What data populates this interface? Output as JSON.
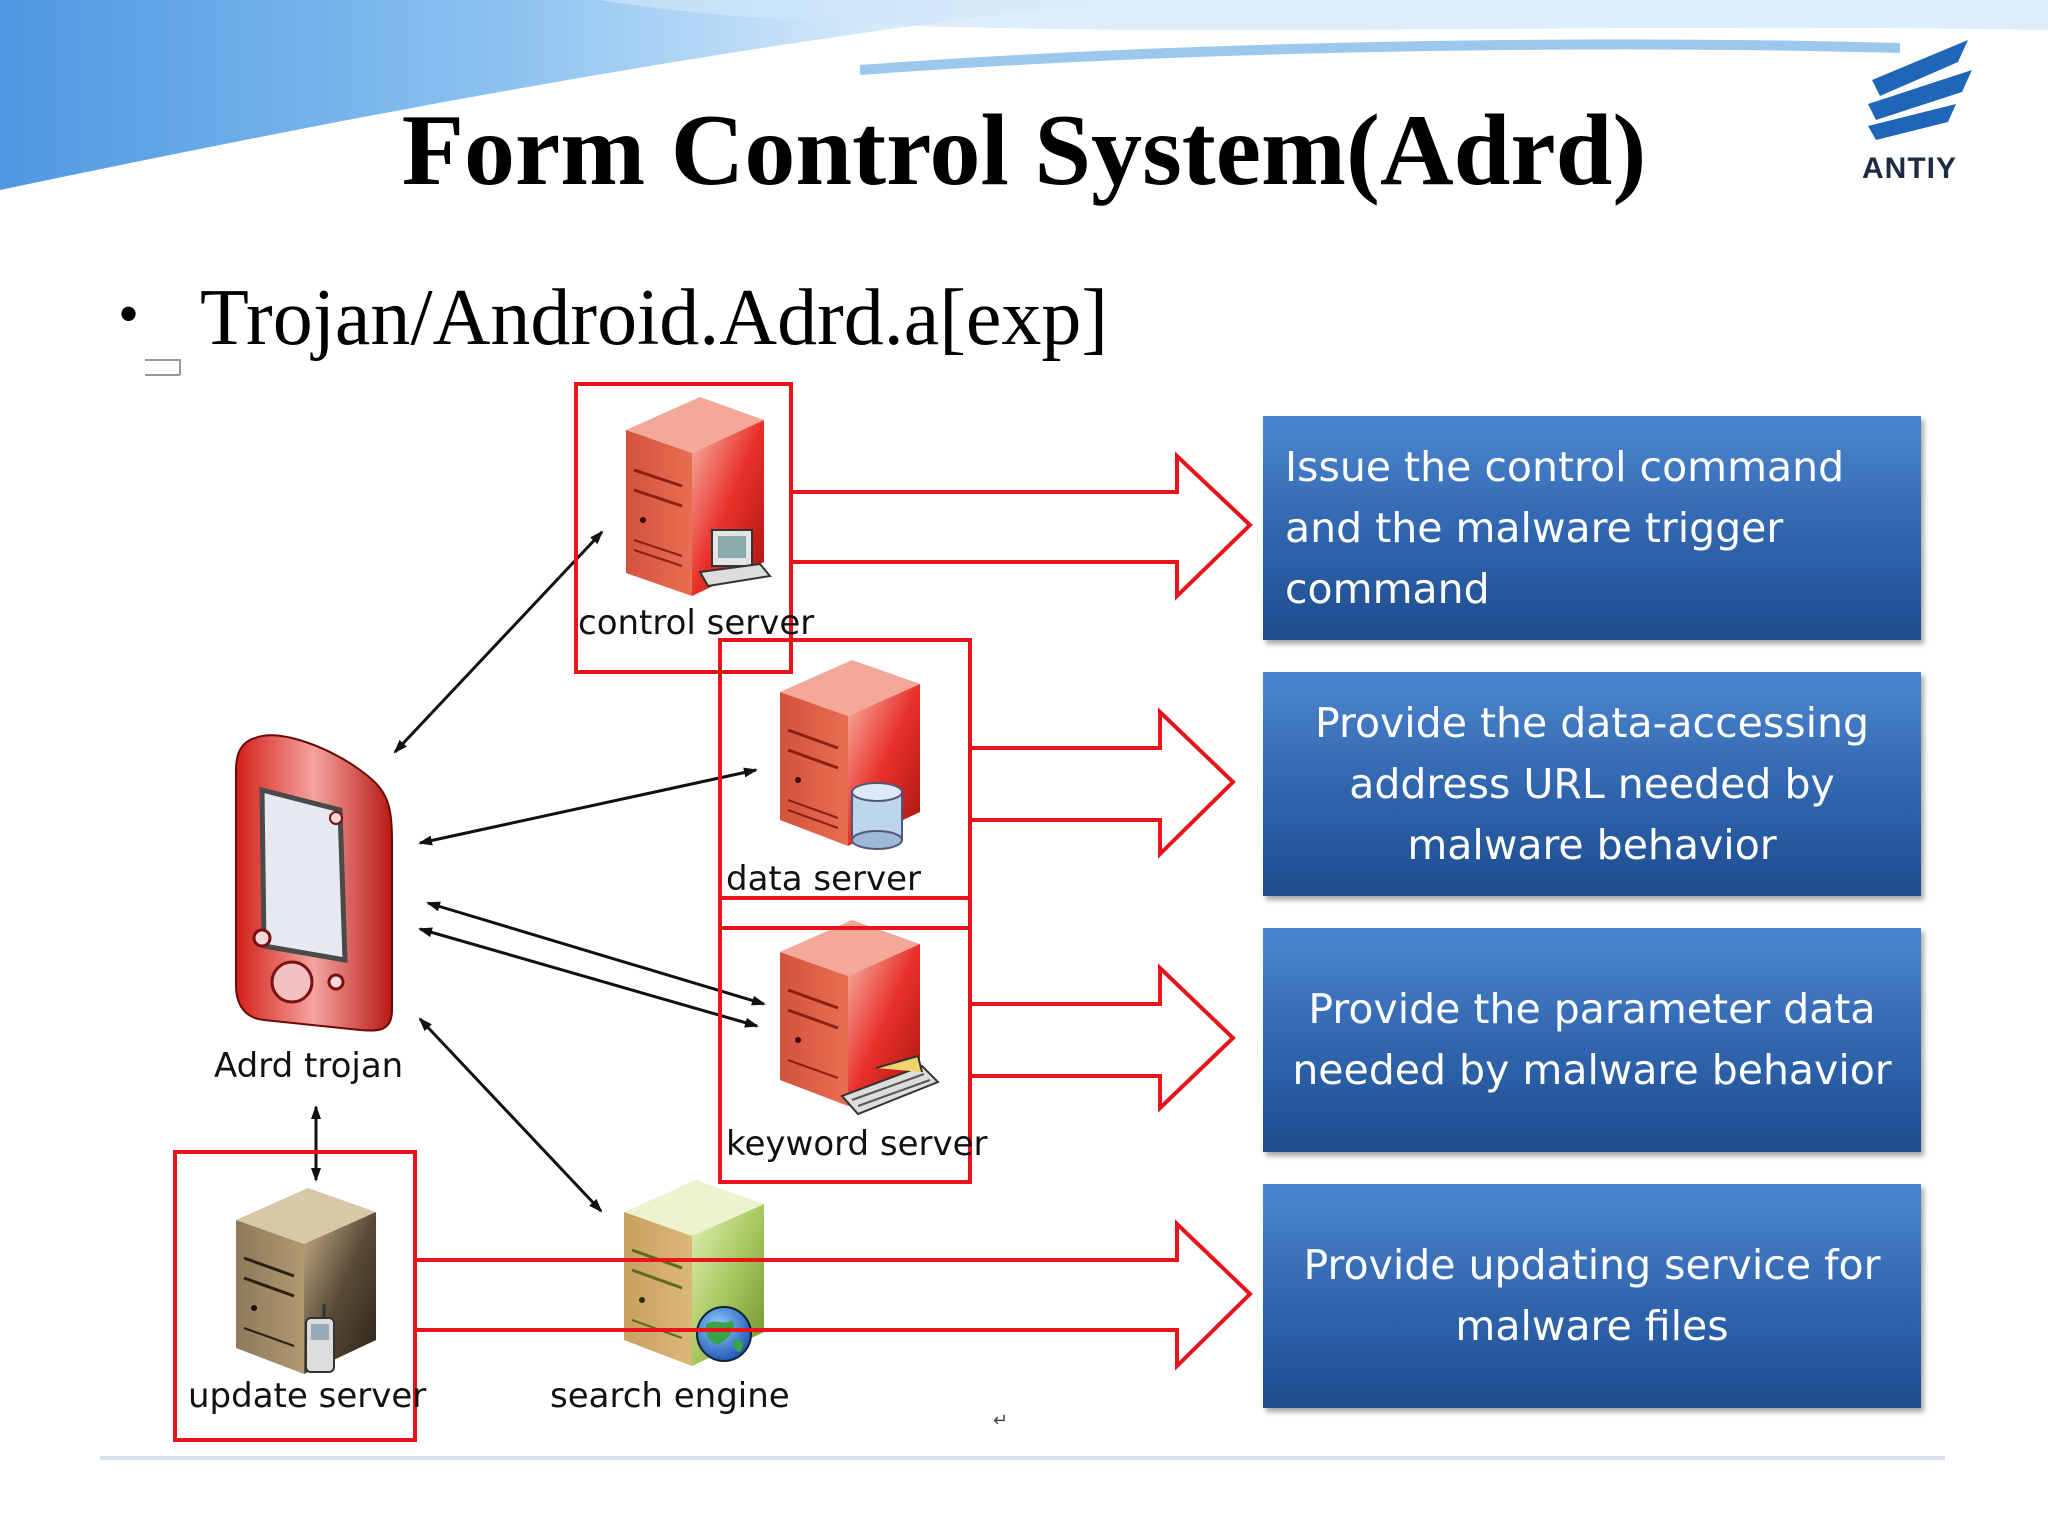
{
  "title": "Form Control System(Adrd)",
  "bullet": {
    "symbol": "•",
    "text": "Trojan/Android.Adrd.a[exp]"
  },
  "logo": {
    "text": "ANTIY"
  },
  "nodes": {
    "control_server": "control server",
    "data_server": "data server",
    "keyword_server": "keyword server",
    "adrd_trojan": "Adrd trojan",
    "update_server": "update server",
    "search_engine": "search engine"
  },
  "boxes": [
    {
      "text": "Issue the control command and the malware trigger command"
    },
    {
      "text": "Provide the data-accessing address URL needed by malware behavior"
    },
    {
      "text": "Provide the parameter data needed by malware behavior"
    },
    {
      "text": "Provide updating service for malware files"
    }
  ],
  "colors": {
    "highlight_red": "#e8141c",
    "box_blue": "#2f64ad",
    "server_red": "#e32a22",
    "header_blue": "#5ba4e6"
  },
  "icons": [
    "server-icon",
    "phone-icon",
    "database-icon",
    "globe-icon",
    "keyboard-icon",
    "computer-icon"
  ],
  "footnote_glyph": "↵"
}
